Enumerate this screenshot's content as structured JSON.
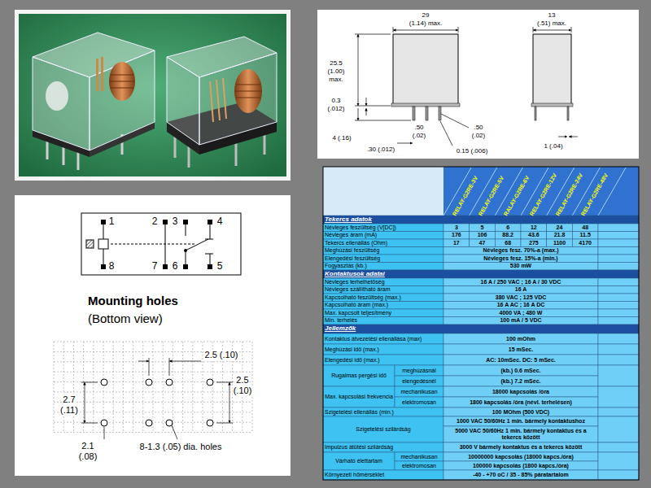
{
  "diagram": {
    "labels": [
      "29",
      "(1.14) max.",
      "13",
      "(.51) max.",
      "25.5",
      "(1.00)",
      "max.",
      "0.3",
      "(.012)",
      "4 (.16)",
      ".50",
      "(.02)",
      ".50",
      "(.02)",
      ".30 (.012)",
      "0.15 (.006)",
      "1 (.04)",
      "1",
      "2",
      "3",
      "4",
      "8",
      "7",
      "6",
      "5",
      "Mounting holes",
      "(Bottom view)",
      "2.5 (.10)",
      "2.5",
      "(.10)",
      "2.7",
      "(.11)",
      "2.1",
      "(.08)",
      "8-1.3 (.05) dia. holes",
      "RELAY-G2RE-3V",
      "RELAY-G2RE-5V",
      "RALAY-G2RE-6V",
      "RELAY-G2RE-12V",
      "RELAY-G2RE-24V",
      "RELAY-G2RE-48V",
      "Tekercs adatok",
      "Névleges feszültség (V[DC])",
      "3",
      "5",
      "6",
      "12",
      "24",
      "48",
      "Névleges áram (mA)",
      "176",
      "106",
      "88.2",
      "43.6",
      "21.8",
      "11.5",
      "Tekercs ellenállás (Ohm)",
      "17",
      "47",
      "68",
      "275",
      "1100",
      "4170",
      "Meghúzási feszültség",
      "Névleges fesz. 70%-a (max.)",
      "Elengedési feszültség",
      "Névleges fesz. 15%-a (min.)",
      "Fogyasztás (kb.)",
      "530 mW",
      "Kontaktusok adatai",
      "Névleges terhelhetőség",
      "16 A / 250 VAC ; 16 A / 30 VDC",
      "Névleges szállítható áram",
      "16 A",
      "Kapcsolható feszültség (max.)",
      "380 VAC ; 125 VDC",
      "Kapcsolható áram (max.)",
      "16 A AC ; 16 A DC",
      "Max. kapcsolt teljesítmény",
      "4000 VA ; 480 W",
      "Min. terhelés",
      "100 mA / 5 VDC",
      "Jellemzők",
      "Kontaktus átvezetési ellenállása (max)",
      "100 mOhm",
      "Meghúzási idő (max.)",
      "15 mSec.",
      "Elengedési idő (max.)",
      "AC: 10mSec. DC: 5 mSec.",
      "Rugalmas pergési idő",
      "meghúzásnál",
      "(kb.) 0.6 mSec.",
      "elengedésnél",
      "(kb.) 7.2 mSec.",
      "Max. kapcsolási frekvencia",
      "mechanikusan",
      "18000 kapcsolás /óra",
      "elektromosan",
      "1800 kapcsolás /óra (névl. terhelésen)",
      "Szigetelési ellenállás (min.)",
      "100 MOhm (500 VDC)",
      "Szigetelési szilárdság",
      "1000 VAC 50/60Hz 1 min. bármely kontaktushoz",
      "5000 VAC 50/60Hz 1 min. bármely kontaktus és a tekercs között",
      "Impulzus átütési szilárdság",
      "3000 V bármely kontaktus és a tekercs között",
      "Várható élettartam",
      "mechanikusan",
      "10000000 kapcsolás (18000 kapcs./óra)",
      "elektromosan",
      "100000 kapcsolás (1800 kapcs./óra)",
      "Környezeti hőmérséklet",
      "-40 - +70 oC / 35 - 85% páratartalom"
    ]
  }
}
